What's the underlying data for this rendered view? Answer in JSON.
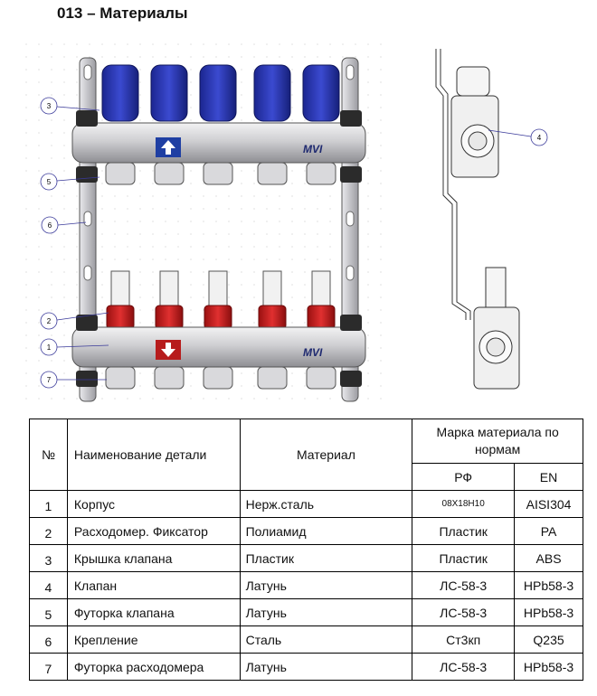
{
  "title": "013 – Материалы",
  "drawing": {
    "callouts": [
      "1",
      "2",
      "3",
      "4",
      "5",
      "6",
      "7"
    ],
    "logo_text": "MVI"
  },
  "table": {
    "headers": {
      "num": "№",
      "name": "Наименование детали",
      "material": "Материал",
      "norms_group": "Марка материала по нормам",
      "rf": "РФ",
      "en": "EN"
    },
    "rows": [
      {
        "num": "1",
        "name": "Корпус",
        "material": "Нерж.сталь",
        "rf": "08Х18Н10",
        "en": "AISI304"
      },
      {
        "num": "2",
        "name": "Расходомер. Фиксатор",
        "material": "Полиамид",
        "rf": "Пластик",
        "en": "PA"
      },
      {
        "num": "3",
        "name": "Крышка клапана",
        "material": "Пластик",
        "rf": "Пластик",
        "en": "ABS"
      },
      {
        "num": "4",
        "name": "Клапан",
        "material": "Латунь",
        "rf": "ЛС-58-3",
        "en": "HPb58-3"
      },
      {
        "num": "5",
        "name": "Футорка клапана",
        "material": "Латунь",
        "rf": "ЛС-58-3",
        "en": "HPb58-3"
      },
      {
        "num": "6",
        "name": "Крепление",
        "material": "Сталь",
        "rf": "Ст3кп",
        "en": "Q235"
      },
      {
        "num": "7",
        "name": "Футорка расходомера",
        "material": "Латунь",
        "rf": "ЛС-58-3",
        "en": "HPb58-3"
      }
    ]
  },
  "colors": {
    "cap_blue": "#2a37b8",
    "cap_red": "#c81e1e",
    "pipe_grey": "#c7c7c9",
    "arrow_blue": "#1f3fa3",
    "arrow_red": "#b71c1c"
  }
}
